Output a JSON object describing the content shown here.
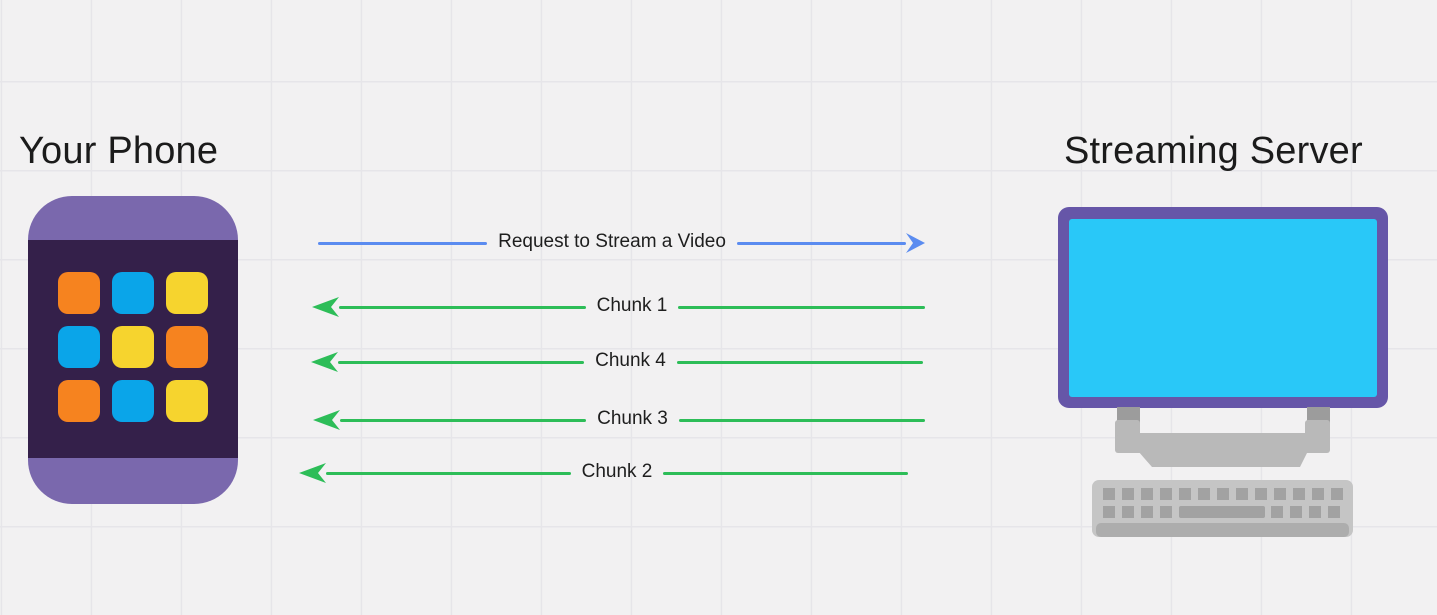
{
  "diagram": {
    "left_node": {
      "title": "Your Phone",
      "icon": "phone-app-grid-icon"
    },
    "right_node": {
      "title": "Streaming Server",
      "icon": "desktop-computer-icon"
    },
    "messages": [
      {
        "label": "Request to Stream a Video",
        "from": "Your Phone",
        "to": "Streaming Server",
        "direction": "right",
        "color": "#5b8cf0"
      },
      {
        "label": "Chunk 1",
        "from": "Streaming Server",
        "to": "Your Phone",
        "direction": "left",
        "color": "#2dbd58"
      },
      {
        "label": "Chunk 4",
        "from": "Streaming Server",
        "to": "Your Phone",
        "direction": "left",
        "color": "#2dbd58"
      },
      {
        "label": "Chunk 3",
        "from": "Streaming Server",
        "to": "Your Phone",
        "direction": "left",
        "color": "#2dbd58"
      },
      {
        "label": "Chunk 2",
        "from": "Streaming Server",
        "to": "Your Phone",
        "direction": "left",
        "color": "#2dbd58"
      }
    ]
  },
  "icons": {
    "phone": {
      "name": "phone-app-grid-icon",
      "body_color": "#7a68ad",
      "screen_color": "#34204a",
      "app_grid": [
        [
          "#f6831f",
          "#0aa5e9",
          "#f6d42e"
        ],
        [
          "#0aa5e9",
          "#f6d42e",
          "#f6831f"
        ],
        [
          "#f6831f",
          "#0aa5e9",
          "#f6d42e"
        ]
      ]
    },
    "server": {
      "name": "desktop-computer-icon",
      "frame_color": "#6656a8",
      "screen_color": "#29c8f8",
      "stand_color": "#b9b9b9",
      "stand_dark_color": "#9c9c9c",
      "keyboard_color": "#c5c5c5",
      "keyboard_edge_color": "#adadad",
      "key_color": "#a2a2a2"
    }
  },
  "colors": {
    "background": "#f2f1f2",
    "grid_line": "#e6e5e9",
    "title_text": "#1b1b1b",
    "label_text": "#1e1e1e",
    "request_arrow": "#5b8cf0",
    "chunk_arrow": "#2dbd58"
  }
}
